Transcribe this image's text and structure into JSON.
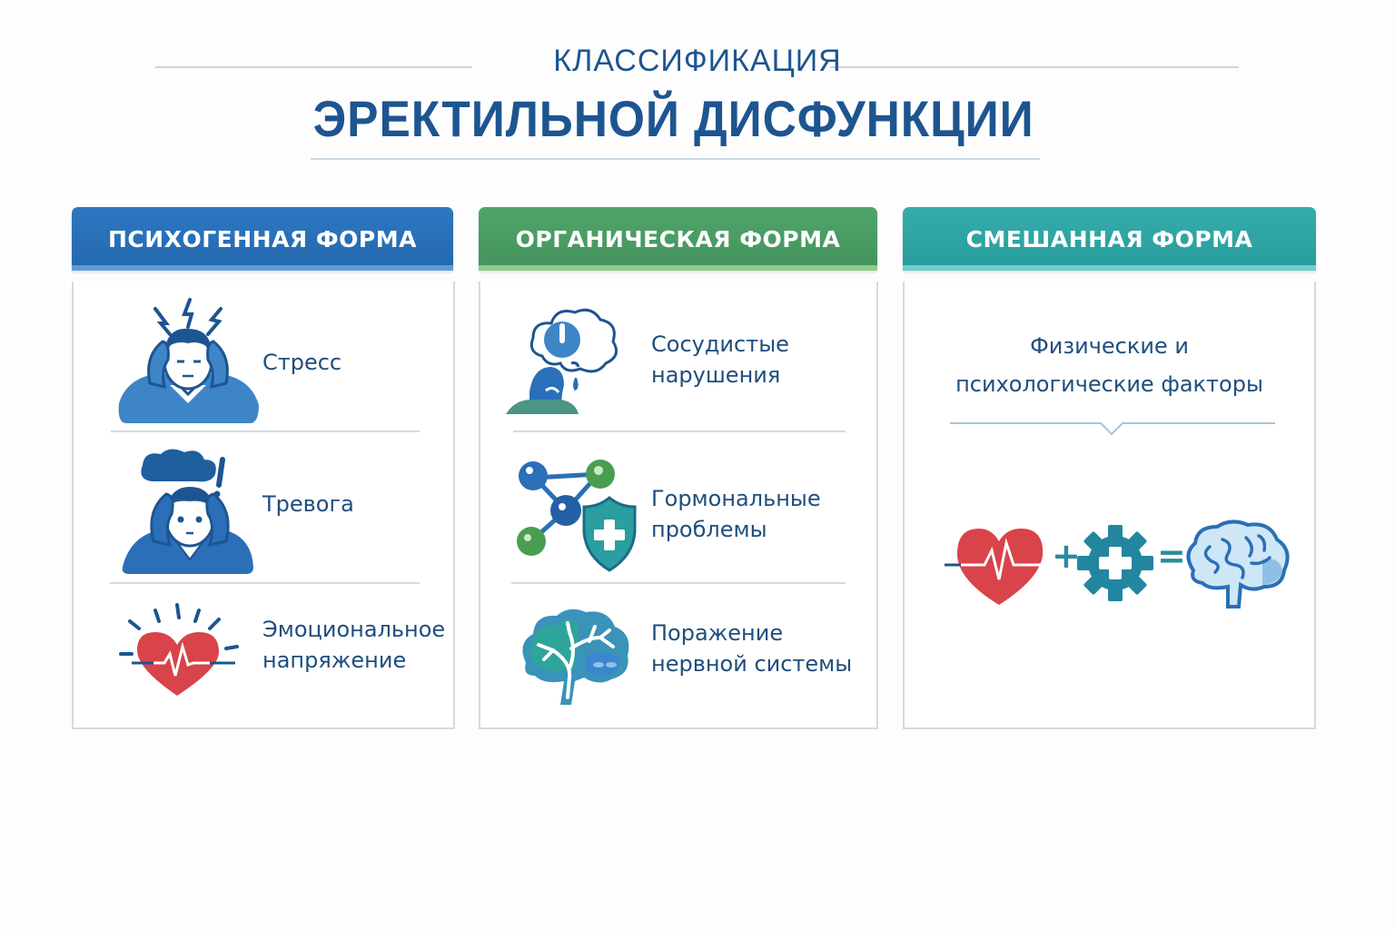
{
  "header": {
    "title_top": "КЛАССИФИКАЦИЯ",
    "title_main": "ЭРЕКТИЛЬНОЙ ДИСФУНКЦИИ"
  },
  "colors": {
    "psychogenic": "#2a6fb8",
    "organic": "#4a9e63",
    "mixed": "#2aa1a3",
    "title": "#1d5590",
    "text": "#1f4e7d",
    "heart_red": "#d94147"
  },
  "columns": [
    {
      "title": "ПСИХОГЕННАЯ ФОРМА",
      "items": [
        {
          "label": "Стресс",
          "icon": "stressed-person-icon"
        },
        {
          "label": "Тревога",
          "icon": "anxious-person-icon"
        },
        {
          "label_line1": "Эмоциональное",
          "label_line2": "напряжение",
          "icon": "heart-pulse-icon"
        }
      ]
    },
    {
      "title": "ОРГАНИЧЕСКАЯ ФОРМА",
      "items": [
        {
          "label_line1": "Сосудистые",
          "label_line2": "нарушения",
          "icon": "head-thought-cloud-icon"
        },
        {
          "label_line1": "Гормональные",
          "label_line2": "проблемы",
          "icon": "molecule-shield-icon"
        },
        {
          "label_line1": "Поражение",
          "label_line2": "нервной системы",
          "icon": "brain-nerves-icon"
        }
      ]
    },
    {
      "title": "СМЕШАННАЯ ФОРМА",
      "subtitle_line1": "Физические и",
      "subtitle_line2": "психологические факторы",
      "equation": {
        "plus": "+",
        "equals": "=",
        "icons": [
          "heart-pulse-icon",
          "gear-cross-icon",
          "brain-icon"
        ]
      }
    }
  ]
}
